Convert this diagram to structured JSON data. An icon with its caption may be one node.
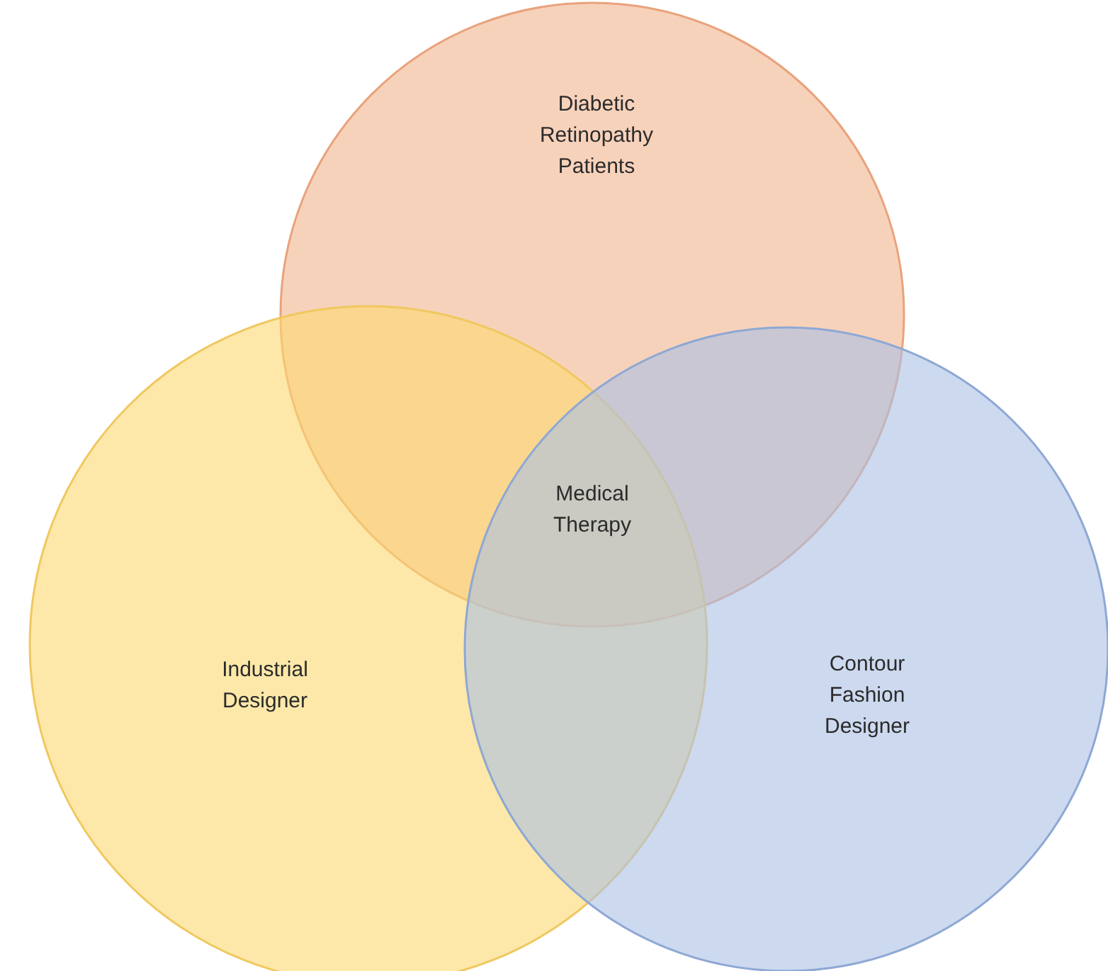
{
  "diagram": {
    "nodes": [
      {
        "text": [
          "Diabetic Retinopathy Patients"
        ]
      },
      {
        "text": [
          "Industrial Designer"
        ]
      },
      {
        "text": [
          "Contour Fashion Designer"
        ]
      }
    ],
    "labels": [
      "Medical Therapy"
    ]
  }
}
